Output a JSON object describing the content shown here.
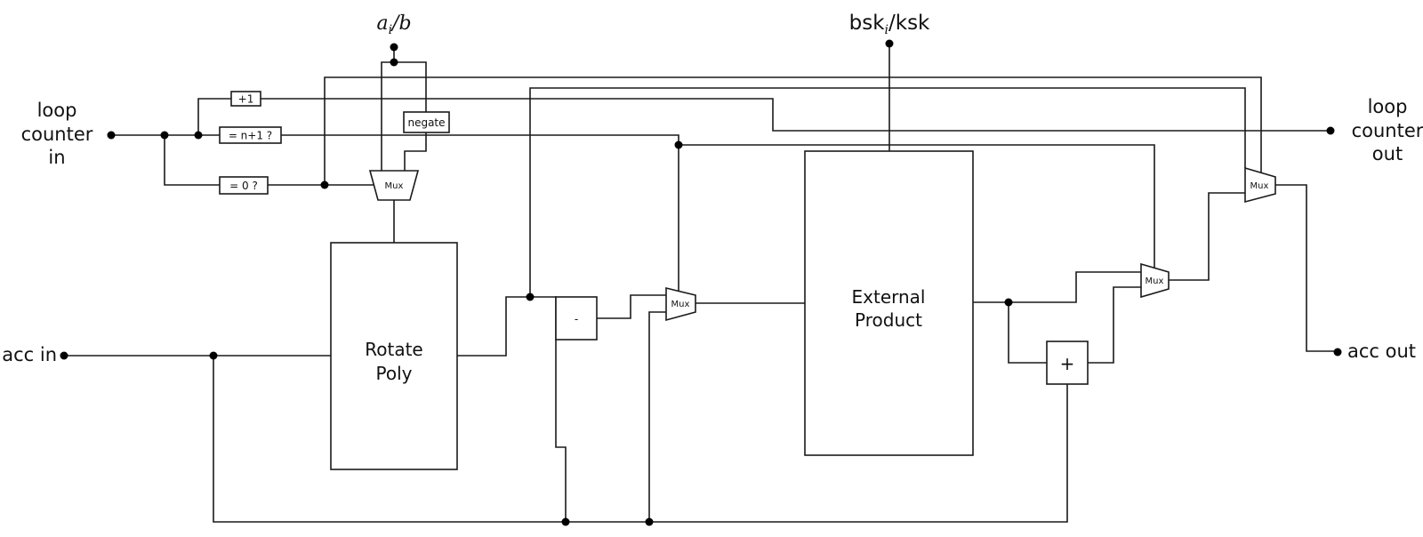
{
  "diagram": {
    "inputs": {
      "loop_counter_in": [
        "loop",
        "counter",
        "in"
      ],
      "acc_in": "acc in",
      "ai_b": {
        "base": "a",
        "subscript": "i",
        "rest": "/b"
      },
      "bsk_ksk": {
        "base": "bsk",
        "subscript": "i",
        "rest": "/ksk"
      }
    },
    "outputs": {
      "loop_counter_out": [
        "loop",
        "counter",
        "out"
      ],
      "acc_out": "acc out"
    },
    "blocks": {
      "plus_one": "+1",
      "eq_n1": "= n+1 ?",
      "eq_zero": "= 0 ?",
      "negate": "negate",
      "rotate_poly": [
        "Rotate",
        "Poly"
      ],
      "subtract": "-",
      "external_product": [
        "External",
        "Product"
      ],
      "add": "+"
    },
    "mux_label": "Mux"
  }
}
